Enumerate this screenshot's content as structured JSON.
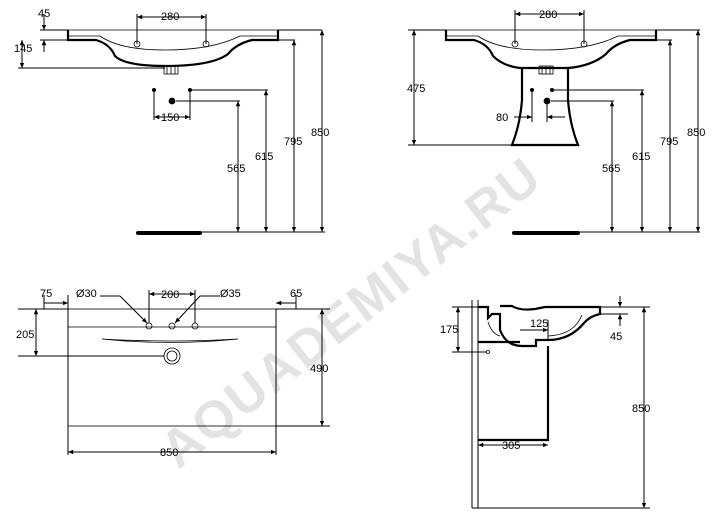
{
  "watermark": "AQUADEMIYA.RU",
  "view_front_wall": {
    "dims": [
      "45",
      "280",
      "145",
      "150",
      "565",
      "615",
      "795",
      "850"
    ]
  },
  "view_front_pedestal": {
    "dims": [
      "280",
      "475",
      "80",
      "565",
      "615",
      "795",
      "850"
    ]
  },
  "view_top": {
    "dims": [
      "75",
      "Ø30",
      "200",
      "Ø35",
      "65",
      "205",
      "490",
      "850"
    ]
  },
  "view_side": {
    "dims": [
      "175",
      "125",
      "45",
      "850",
      "305"
    ]
  }
}
